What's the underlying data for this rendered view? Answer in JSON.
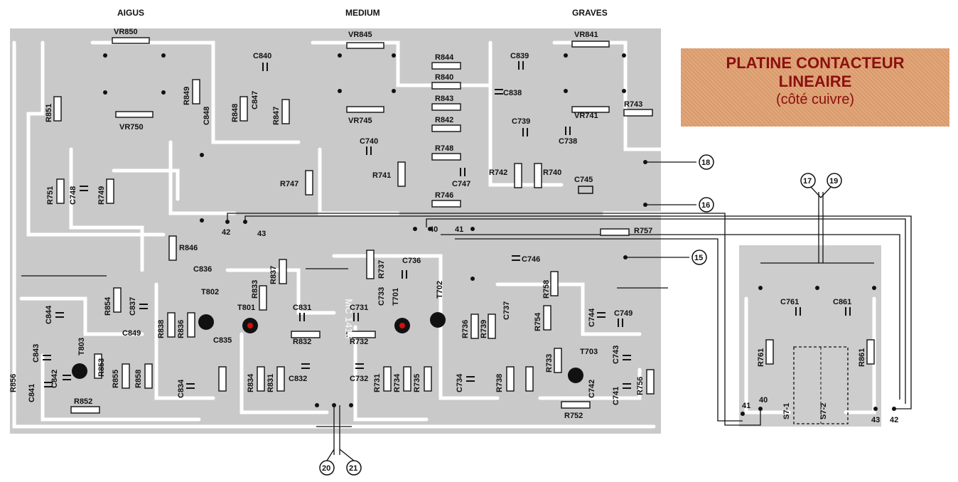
{
  "headers": {
    "aigus": "AIGUS",
    "medium": "MEDIUM",
    "graves": "GRAVES"
  },
  "title": {
    "line1": "PLATINE CONTACTEUR",
    "line2": "LINEAIRE",
    "line3": "(côté cuivre)"
  },
  "colors": {
    "board": "#c9c9c9",
    "trace": "#ffffff",
    "title_bg": "#e0a070",
    "title_text": "#8b1010",
    "transistor_dot": "#d01010"
  },
  "components": {
    "vr850": "VR850",
    "vr750": "VR750",
    "vr845": "VR845",
    "vr745": "VR745",
    "vr841": "VR841",
    "vr741": "VR741",
    "r851": "R851",
    "r849": "R849",
    "r848": "R848",
    "r847": "R847",
    "r844": "R844",
    "r840": "R840",
    "r843": "R843",
    "r842": "R842",
    "r743": "R743",
    "r748": "R748",
    "r741": "R741",
    "r742": "R742",
    "r740": "R740",
    "r746": "R746",
    "r747": "R747",
    "r751": "R751",
    "r749": "R749",
    "r846": "R846",
    "r854": "R854",
    "r856": "R856",
    "r853": "R853",
    "r855": "R855",
    "r858": "R858",
    "r852": "R852",
    "r833": "R833",
    "r834": "R834",
    "r831": "R831",
    "r832": "R832",
    "r837": "R837",
    "r838": "R838",
    "r836": "R836",
    "r757": "R757",
    "r737": "R737",
    "r732": "R732",
    "r731": "R731",
    "r734": "R734",
    "r735": "R735",
    "r738": "R738",
    "r736": "R736",
    "r739": "R739",
    "r733": "R733",
    "r754": "R754",
    "r756": "R756",
    "r752": "R752",
    "r761": "R761",
    "r861": "R861",
    "r758": "R758",
    "c840": "C840",
    "c847": "C847",
    "c848": "C848",
    "c839": "C839",
    "c838": "C838",
    "c739": "C739",
    "c738": "C738",
    "c740": "C740",
    "c747": "C747",
    "c745": "C745",
    "c748": "C748",
    "c746": "C746",
    "c836": "C836",
    "c736": "C736",
    "c844": "C844",
    "c837": "C837",
    "c849": "C849",
    "c843": "C843",
    "c842": "C842",
    "c841": "C841",
    "c834": "C834",
    "c835": "C835",
    "c831": "C831",
    "c832": "C832",
    "c731": "C731",
    "c733": "C733",
    "c732": "C732",
    "c734": "C734",
    "c737": "C737",
    "c744": "C744",
    "c749": "C749",
    "c743": "C743",
    "c742": "C742",
    "c741": "C741",
    "c761": "C761",
    "c861": "C861",
    "t802": "T802",
    "t801": "T801",
    "t803": "T803",
    "t701": "T701",
    "t702": "T702",
    "t703": "T703",
    "s71": "S7-1",
    "s72": "S7-2",
    "mod": "MC 1416"
  },
  "connectors": {
    "c15": "15",
    "c16": "16",
    "c17": "17",
    "c18": "18",
    "c19": "19",
    "c20": "20",
    "c21": "21"
  },
  "pins": {
    "p40": "40",
    "p41": "41",
    "p42": "42",
    "p43": "43",
    "p42b": "42",
    "p43b": "43",
    "p40b": "40",
    "p41b": "41"
  }
}
